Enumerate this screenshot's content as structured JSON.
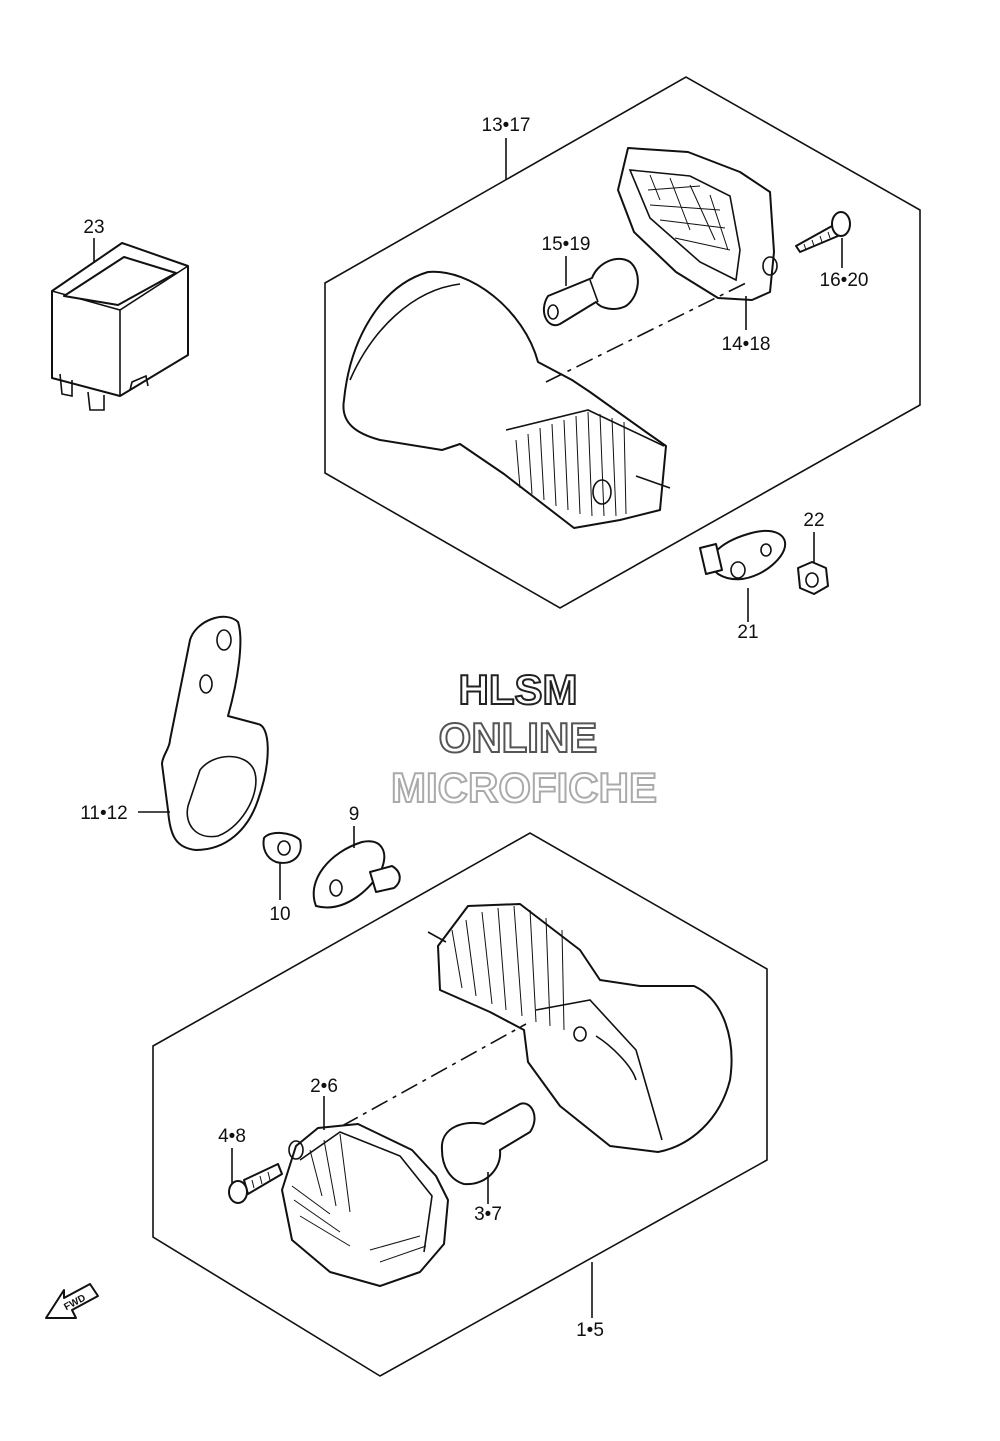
{
  "watermark": {
    "line1": "HLSM",
    "line2": "ONLINE",
    "line3": "MICROFICHE"
  },
  "parts": {
    "p_13_17": "13•17",
    "p_23": "23",
    "p_15_19": "15•19",
    "p_16_20": "16•20",
    "p_14_18": "14•18",
    "p_22": "22",
    "p_21": "21",
    "p_11_12": "11•12",
    "p_9": "9",
    "p_10": "10",
    "p_2_6": "2•6",
    "p_4_8": "4•8",
    "p_3_7": "3•7",
    "p_1_5": "1•5"
  },
  "fwd_label": "FWD",
  "colors": {
    "line": "#111111",
    "watermark1": "#222222",
    "watermark2": "#555555",
    "watermark3": "#aaaaaa"
  }
}
